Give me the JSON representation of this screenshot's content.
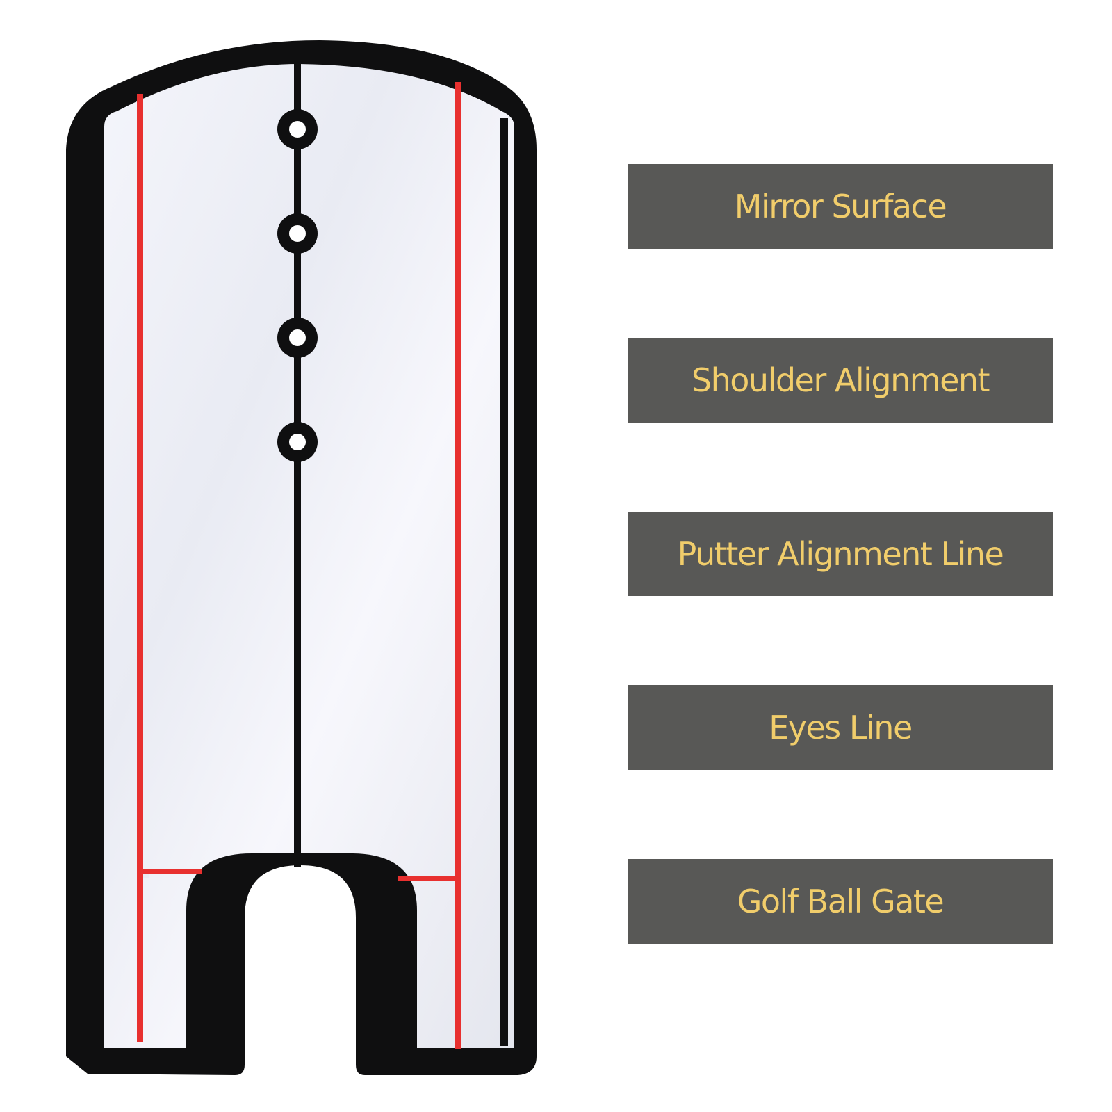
{
  "colors": {
    "background": "#ffffff",
    "label_background": "#585856",
    "label_text": "#f1cd6b",
    "frame": "#0f0f10",
    "red_line": "#e8302f",
    "mirror": "#eef0f7"
  },
  "labels": [
    {
      "text": "Mirror Surface"
    },
    {
      "text": "Shoulder Alignment"
    },
    {
      "text": "Putter Alignment Line"
    },
    {
      "text": "Eyes Line"
    },
    {
      "text": "Golf Ball Gate"
    }
  ],
  "eye_holes": 4
}
